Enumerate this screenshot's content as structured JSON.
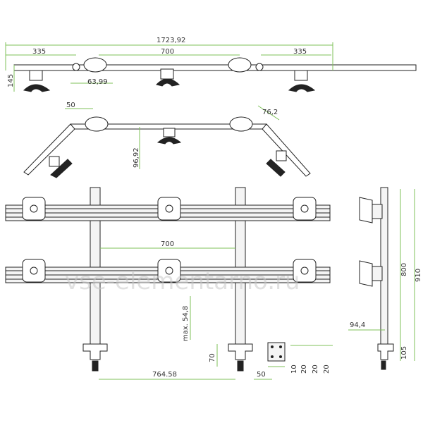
{
  "dimensions": {
    "overall_width": "1723,92",
    "side_arm_left": "335",
    "center_span_top": "700",
    "side_arm_right": "335",
    "height_145": "145",
    "offset_6399": "63,99",
    "angle_arm_50": "50",
    "angle_arm_762": "76,2",
    "drop_9692": "96,92",
    "row_span_700": "700",
    "max_548": "max. 54,8",
    "clamp_70": "70",
    "base_76458": "764.58",
    "plate_50": "50",
    "plate_10": "10",
    "plate_20a": "20",
    "plate_20b": "20",
    "plate_20c": "20",
    "side_800": "800",
    "side_910": "910",
    "side_944": "94,4",
    "side_105": "105"
  },
  "watermark": "vse-elementarno.ru",
  "colors": {
    "dimension_line": "#7fc25a",
    "drawing_line": "#222222"
  }
}
